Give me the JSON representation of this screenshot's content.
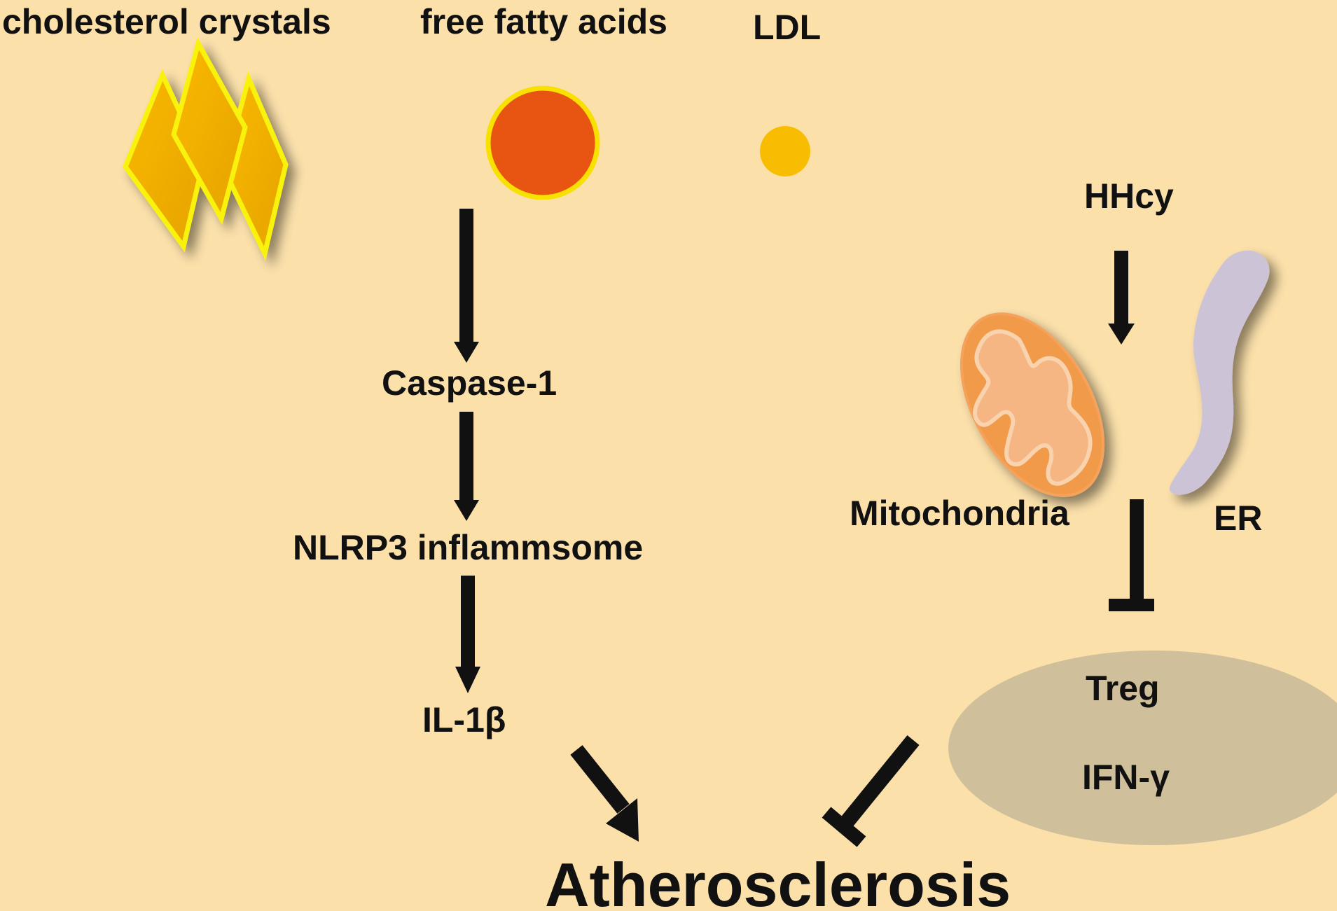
{
  "labels": {
    "cholesterol_crystals": "cholesterol crystals",
    "free_fatty_acids": "free fatty acids",
    "ldl": "LDL",
    "hhcy": "HHcy",
    "caspase1": "Caspase-1",
    "nlrp3": "NLRP3 inflammsome",
    "il1b": "IL-1β",
    "mitochondria": "Mitochondria",
    "er": "ER",
    "treg": "Treg",
    "ifng": "IFN-γ",
    "atherosclerosis": "Atherosclerosis"
  },
  "colors": {
    "background": "#fbe0aa",
    "crystal_fill": "#fbb900",
    "crystal_stroke": "#f8f20a",
    "ffa_fill": "#e85512",
    "ffa_stroke": "#f8e000",
    "ldl_fill": "#f8bd00",
    "mitochondria_outer": "#f19a4a",
    "mitochondria_inner": "#f6b683",
    "er_fill": "#cdc3d6",
    "treg_ellipse": "#cfbf9a",
    "arrow": "#111111"
  }
}
